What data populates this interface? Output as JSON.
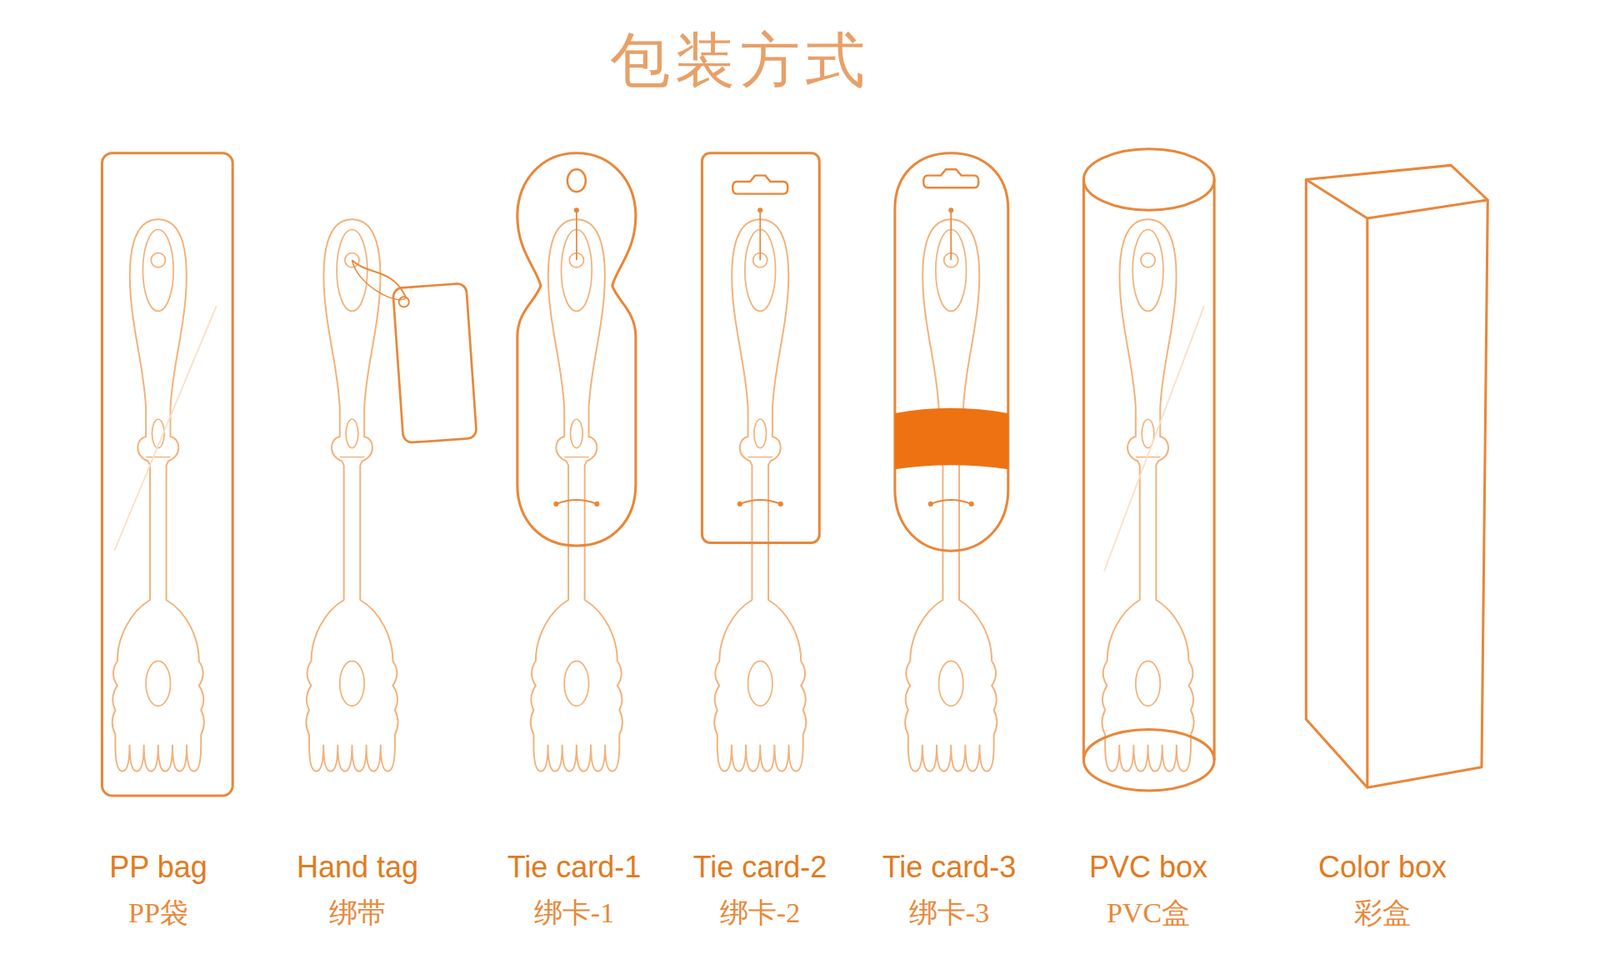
{
  "diagram": {
    "title": "包装方式",
    "labels": [
      "PP bag",
      "PP袋",
      "Hand tag",
      "绑带",
      "Tie card-1",
      "绑卡-1",
      "Tie card-2",
      "绑卡-2",
      "Tie card-3",
      "绑卡-3",
      "PVC box",
      "PVC盒",
      "Color box",
      "彩盒"
    ]
  }
}
